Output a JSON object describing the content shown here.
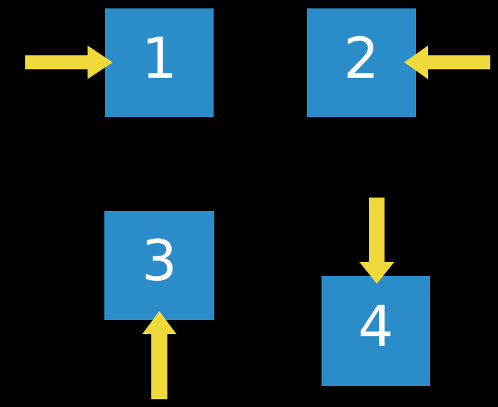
{
  "figure": {
    "type": "diagram",
    "description": "Four numbered squares, each with an arrow pointing into it from a different side",
    "background_color": "#000000"
  },
  "colors": {
    "box_fill": "#2b8cca",
    "arrow_fill": "#f0da3b",
    "label_text": "#ffffff"
  },
  "boxes": [
    {
      "label": "1",
      "arrow_direction": "right",
      "arrow_enters_from": "left side"
    },
    {
      "label": "2",
      "arrow_direction": "left",
      "arrow_enters_from": "right side"
    },
    {
      "label": "3",
      "arrow_direction": "up",
      "arrow_enters_from": "bottom side"
    },
    {
      "label": "4",
      "arrow_direction": "down",
      "arrow_enters_from": "top side"
    }
  ]
}
